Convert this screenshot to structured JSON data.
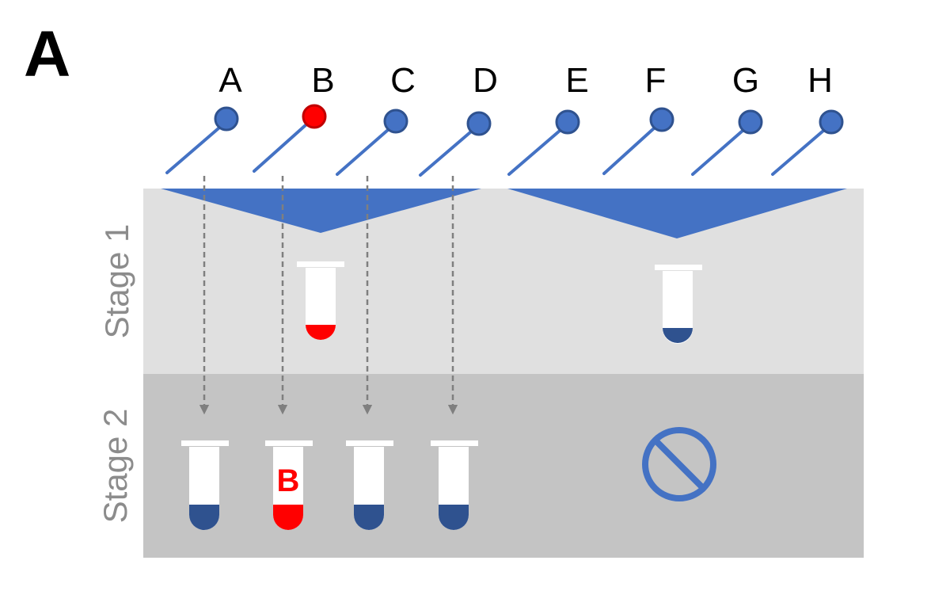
{
  "panel_label": "A",
  "colors": {
    "blue": "#4472c4",
    "blue_dark": "#2f528f",
    "red": "#ff0000",
    "stage1_bg": "#e0e0e0",
    "stage2_bg": "#c4c4c4",
    "stage_text": "#8c8c8c",
    "arrow": "#7f7f7f"
  },
  "samples": [
    {
      "label": "A",
      "positive": false
    },
    {
      "label": "B",
      "positive": true
    },
    {
      "label": "C",
      "positive": false
    },
    {
      "label": "D",
      "positive": false
    },
    {
      "label": "E",
      "positive": false
    },
    {
      "label": "F",
      "positive": false
    },
    {
      "label": "G",
      "positive": false
    },
    {
      "label": "H",
      "positive": false
    }
  ],
  "stages": [
    {
      "label": "Stage 1"
    },
    {
      "label": "Stage 2"
    }
  ],
  "stage1": {
    "pools": [
      {
        "members": [
          "A",
          "B",
          "C",
          "D"
        ],
        "result": "positive"
      },
      {
        "members": [
          "E",
          "F",
          "G",
          "H"
        ],
        "result": "negative"
      }
    ]
  },
  "stage2": {
    "retests": [
      {
        "sample": "A",
        "result": "negative"
      },
      {
        "sample": "B",
        "result": "positive",
        "mark": "B"
      },
      {
        "sample": "C",
        "result": "negative"
      },
      {
        "sample": "D",
        "result": "negative"
      }
    ],
    "skipped_pool_icon": "prohibited-icon"
  }
}
